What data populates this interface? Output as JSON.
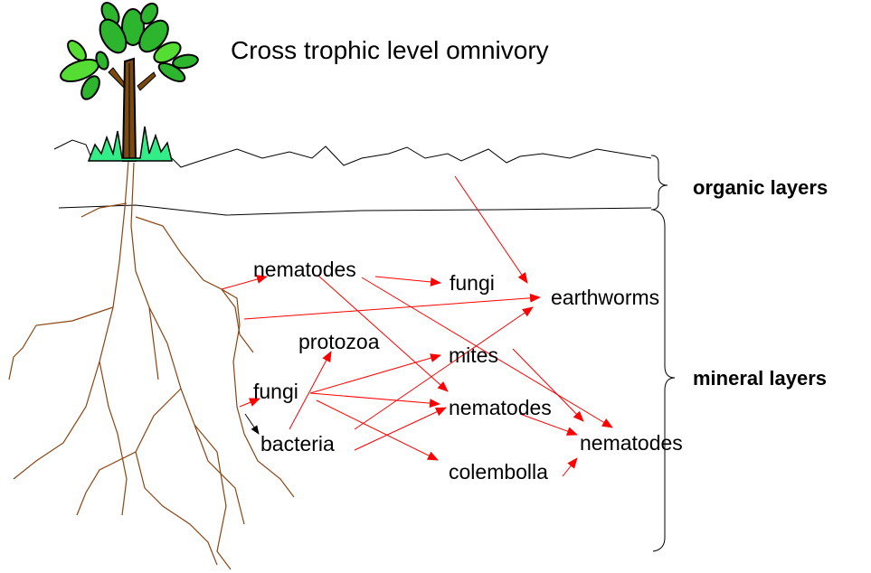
{
  "title": "Cross trophic level omnivory",
  "layers": {
    "organic": "organic layers",
    "mineral": "mineral layers"
  },
  "nodes": {
    "nematodes_root": "nematodes",
    "fungi_top": "fungi",
    "earthworms": "earthworms",
    "protozoa": "protozoa",
    "mites": "mites",
    "fungi_left": "fungi",
    "nematodes_mid": "nematodes",
    "bacteria": "bacteria",
    "nematodes_right": "nematodes",
    "colembolla": "colembolla"
  },
  "colors": {
    "arrow": "#ff0000",
    "root": "#8b4513",
    "leaf": "#22aa22",
    "trunk": "#7a4a10",
    "grass": "#33ee88"
  }
}
